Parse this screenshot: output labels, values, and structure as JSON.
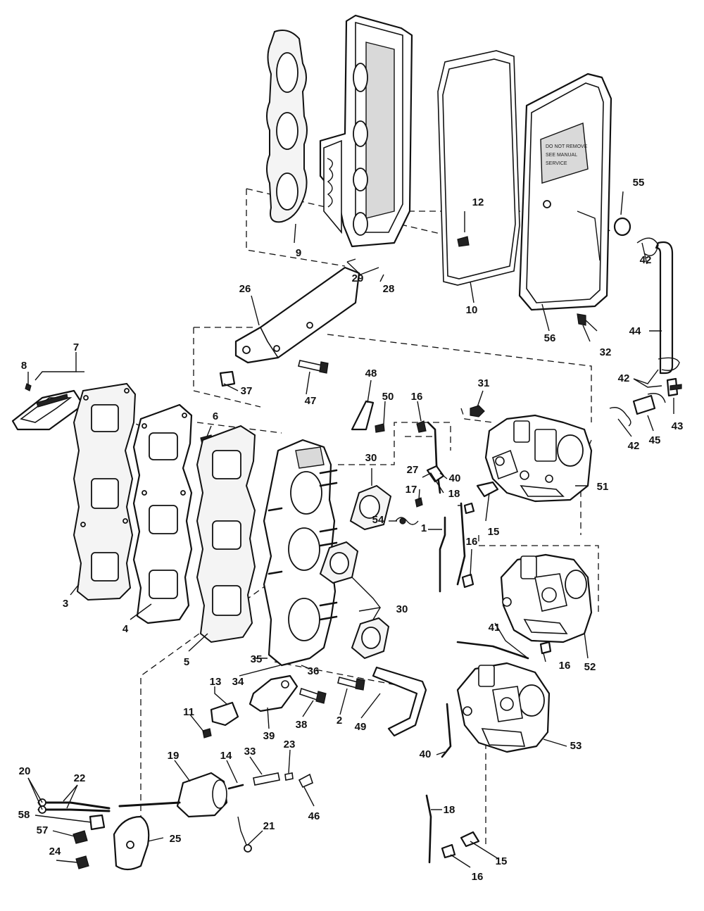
{
  "diagram": {
    "parts": [
      {
        "id": "p9",
        "label": "9"
      },
      {
        "id": "p12",
        "label": "12"
      },
      {
        "id": "p55",
        "label": "55"
      },
      {
        "id": "p42a",
        "label": "42"
      },
      {
        "id": "p29",
        "label": "29"
      },
      {
        "id": "p28",
        "label": "28"
      },
      {
        "id": "p26",
        "label": "26"
      },
      {
        "id": "p10",
        "label": "10"
      },
      {
        "id": "p56",
        "label": "56"
      },
      {
        "id": "p32",
        "label": "32"
      },
      {
        "id": "p44",
        "label": "44"
      },
      {
        "id": "p7",
        "label": "7"
      },
      {
        "id": "p8",
        "label": "8"
      },
      {
        "id": "p48",
        "label": "48"
      },
      {
        "id": "p31",
        "label": "31"
      },
      {
        "id": "p42b",
        "label": "42"
      },
      {
        "id": "p37",
        "label": "37"
      },
      {
        "id": "p47",
        "label": "47"
      },
      {
        "id": "p16a",
        "label": "16"
      },
      {
        "id": "p50",
        "label": "50"
      },
      {
        "id": "p43",
        "label": "43"
      },
      {
        "id": "p6",
        "label": "6"
      },
      {
        "id": "p42c",
        "label": "42"
      },
      {
        "id": "p45",
        "label": "45"
      },
      {
        "id": "p30a",
        "label": "30"
      },
      {
        "id": "p40a",
        "label": "40"
      },
      {
        "id": "p27",
        "label": "27"
      },
      {
        "id": "p51",
        "label": "51"
      },
      {
        "id": "p17",
        "label": "17"
      },
      {
        "id": "p18a",
        "label": "18"
      },
      {
        "id": "p1",
        "label": "1"
      },
      {
        "id": "p15a",
        "label": "15"
      },
      {
        "id": "p54",
        "label": "54"
      },
      {
        "id": "p16b",
        "label": "16"
      },
      {
        "id": "p3",
        "label": "3"
      },
      {
        "id": "p30b",
        "label": "30"
      },
      {
        "id": "p4",
        "label": "4"
      },
      {
        "id": "p41",
        "label": "41"
      },
      {
        "id": "p5",
        "label": "5"
      },
      {
        "id": "p35",
        "label": "35"
      },
      {
        "id": "p16c",
        "label": "16"
      },
      {
        "id": "p52",
        "label": "52"
      },
      {
        "id": "p34",
        "label": "34"
      },
      {
        "id": "p36",
        "label": "36"
      },
      {
        "id": "p13",
        "label": "13"
      },
      {
        "id": "p11",
        "label": "11"
      },
      {
        "id": "p38",
        "label": "38"
      },
      {
        "id": "p2",
        "label": "2"
      },
      {
        "id": "p39",
        "label": "39"
      },
      {
        "id": "p49",
        "label": "49"
      },
      {
        "id": "p53",
        "label": "53"
      },
      {
        "id": "p19",
        "label": "19"
      },
      {
        "id": "p14",
        "label": "14"
      },
      {
        "id": "p33",
        "label": "33"
      },
      {
        "id": "p23",
        "label": "23"
      },
      {
        "id": "p40b",
        "label": "40"
      },
      {
        "id": "p20",
        "label": "20"
      },
      {
        "id": "p22",
        "label": "22"
      },
      {
        "id": "p18b",
        "label": "18"
      },
      {
        "id": "p46",
        "label": "46"
      },
      {
        "id": "p58",
        "label": "58"
      },
      {
        "id": "p57",
        "label": "57"
      },
      {
        "id": "p25",
        "label": "25"
      },
      {
        "id": "p21",
        "label": "21"
      },
      {
        "id": "p24",
        "label": "24"
      },
      {
        "id": "p15b",
        "label": "15"
      },
      {
        "id": "p16d",
        "label": "16"
      }
    ]
  }
}
